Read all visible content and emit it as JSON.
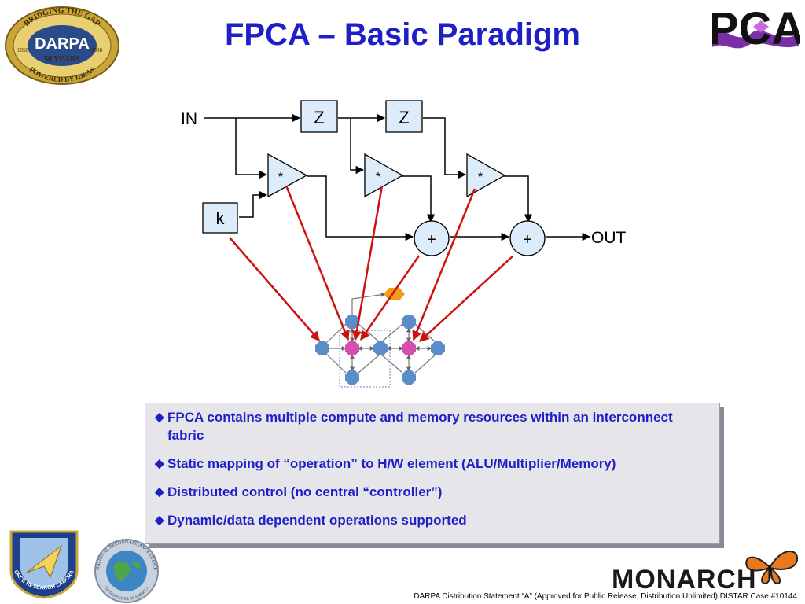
{
  "slide": {
    "title": "FPCA – Basic Paradigm"
  },
  "logos": {
    "darpa": {
      "arc_top": "BRIDGING THE GAP",
      "center": "DARPA",
      "year_left": "1958",
      "year_right": "2008",
      "years": "50 YEARS",
      "arc_bottom": "POWERED BY IDEAS"
    },
    "pca": {
      "text": "PCA"
    },
    "afrl": {
      "text": "AIR FORCE RESEARCH LABORATORY"
    },
    "nro": {
      "text_top": "NATIONAL RECONNAISSANCE OFFICE",
      "text_bottom": "UNITED STATES OF AMERICA"
    },
    "monarch": {
      "text": "MONARCH"
    }
  },
  "diagram": {
    "in_label": "IN",
    "out_label": "OUT",
    "delay_label": "Z",
    "mult_label": "*",
    "add_label": "+",
    "k_label": "k"
  },
  "bullets": [
    "FPCA contains multiple compute and memory resources within an interconnect fabric",
    "Static mapping of “operation” to H/W element (ALU/Multiplier/Memory)",
    "Distributed control (no central “controller”)",
    "Dynamic/data dependent operations supported"
  ],
  "footer": "DARPA Distribution Statement “A” (Approved for Public Release, Distribution Unlimited) DISTAR Case #10144",
  "colors": {
    "title": "#1f1fc8",
    "box_fill": "#dcecfb",
    "node_blue": "#5b8ec9",
    "node_pink": "#d44fb0",
    "node_orange": "#f29b1a",
    "arrow_red": "#cc1111"
  }
}
